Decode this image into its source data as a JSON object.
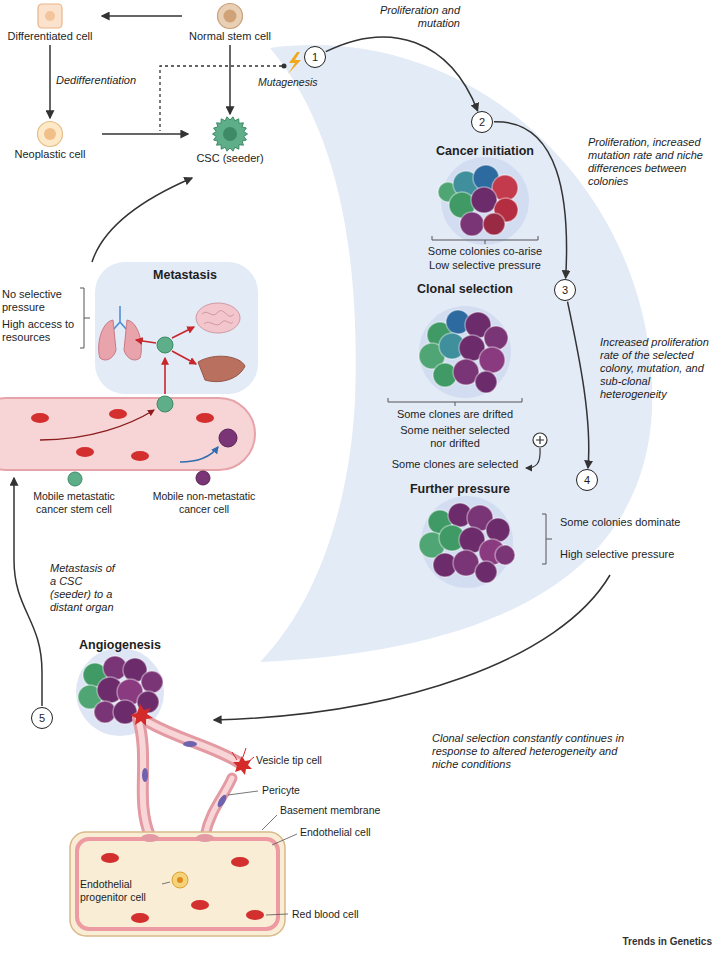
{
  "diagram": {
    "nodes": [
      {
        "text": [
          "Differentiated cell"
        ]
      },
      {
        "text": [
          "Normal stem cell"
        ]
      },
      {
        "text": [
          "Neoplastic cell"
        ]
      },
      {
        "text": [
          "CSC (seeder)"
        ]
      },
      {
        "text": [
          "1"
        ]
      },
      {
        "text": [
          "2"
        ]
      },
      {
        "text": [
          "3"
        ]
      },
      {
        "text": [
          "4"
        ]
      },
      {
        "text": [
          "5"
        ]
      }
    ],
    "edges": [
      {
        "from": 1,
        "to": 0,
        "arrow": "to"
      },
      {
        "from": 0,
        "to": 2,
        "label": "Dedifferentiation",
        "arrow": "to"
      },
      {
        "from": 2,
        "to": 3,
        "arrow": "to"
      },
      {
        "from": 1,
        "to": 3,
        "arrow": "to"
      },
      {
        "from": 4,
        "to": 5,
        "label": "Proliferation and mutation",
        "arrow": "to"
      },
      {
        "from": 5,
        "to": 6,
        "label": "Proliferation, increased mutation rate and niche differences between colonies",
        "arrow": "to"
      },
      {
        "from": 6,
        "to": 7,
        "label": "Increased proliferation rate of the selected colony, mutation, and sub-clonal heterogeneity",
        "arrow": "to"
      }
    ],
    "labels": [
      "Mutagenesis",
      "Cancer initiation",
      "Some colonies co-arise",
      "Low selective pressure",
      "Clonal selection",
      "Some clones are drifted",
      "Some neither selected nor drifted",
      "Some clones are selected",
      "Further pressure",
      "Some colonies dominate",
      "High selective pressure",
      "Clonal selection constantly continues in response to altered heterogeneity and niche conditions",
      "Angiogenesis",
      "Vesicle tip cell",
      "Pericyte",
      "Basement membrane",
      "Endothelial cell",
      "Endothelial progenitor cell",
      "Red blood cell",
      "Metastasis of a CSC (seeder) to a distant organ",
      "Metastasis",
      "No selective pressure",
      "High access to resources",
      "Mobile metastatic cancer stem cell",
      "Mobile non-metastatic cancer cell",
      "Trends in Genetics"
    ]
  }
}
